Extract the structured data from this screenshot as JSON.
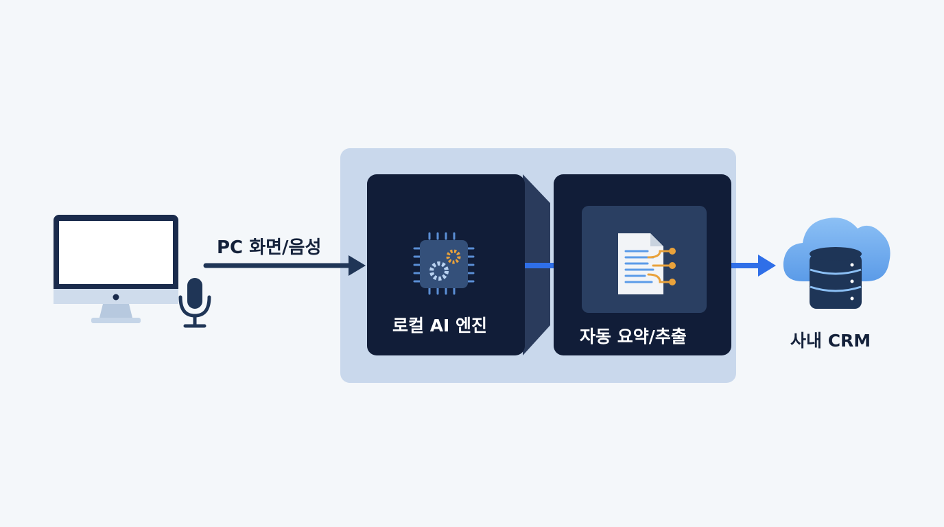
{
  "diagram": {
    "input": {
      "label": "PC 화면/음성",
      "icons": [
        "monitor-icon",
        "microphone-icon"
      ]
    },
    "engine": {
      "label": "로컬 AI 엔진",
      "icon": "chip-gears-icon"
    },
    "summary": {
      "label": "자동 요약/추출",
      "icon": "document-extract-icon"
    },
    "output": {
      "label": "사내 CRM",
      "icon": "cloud-database-icon"
    },
    "colors": {
      "background": "#f4f7fa",
      "panel_group": "#c9d8ec",
      "card": "#111d38",
      "accent_blue": "#2f6fe8",
      "accent_orange": "#e9a23b",
      "arrow_dark": "#1f3556"
    }
  }
}
